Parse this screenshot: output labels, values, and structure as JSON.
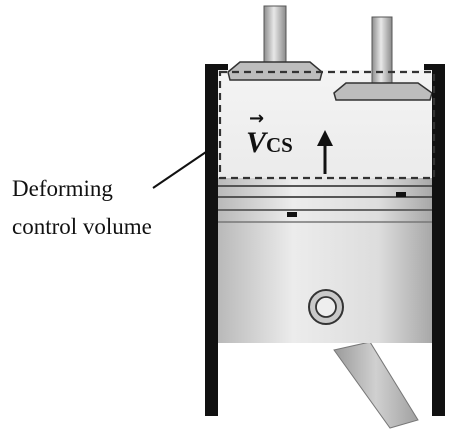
{
  "annotation": {
    "line1": "Deforming",
    "line2": "control volume"
  },
  "velocity_label": {
    "symbol": "V",
    "subscript": "CS",
    "vector_mark": "→"
  },
  "colors": {
    "cylinder_wall": "#111111",
    "piston_body": "#dcdcdc",
    "control_volume_outline": "#333333",
    "connecting_rod": "#b5b5b5"
  }
}
